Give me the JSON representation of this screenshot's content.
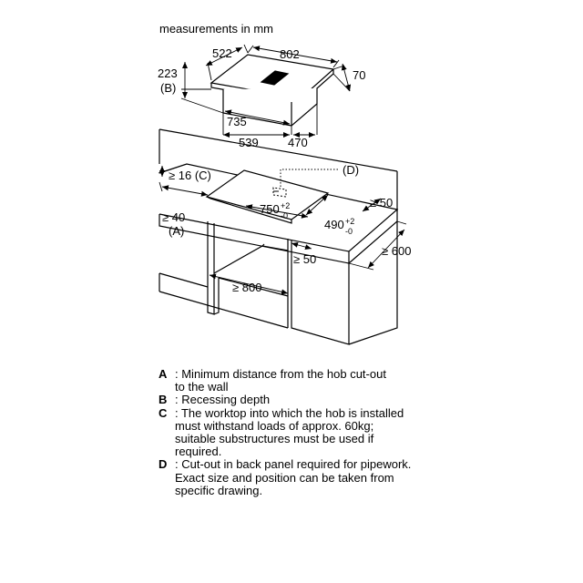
{
  "title": "measurements in mm",
  "hob": {
    "depth": "522",
    "width": "802",
    "total_height": "223",
    "recess_label": "(B)",
    "glass_height": "70",
    "body_width": "735",
    "body_offset": "539",
    "body_depth": "470"
  },
  "worktop": {
    "thickness": "≥ 16",
    "thickness_ref": "(C)",
    "pipe_ref": "(D)",
    "cutout_width": "750",
    "cutout_width_tol_plus": "+2",
    "cutout_width_tol_minus": "-0",
    "cutout_depth": "490",
    "cutout_depth_tol_plus": "+2",
    "cutout_depth_tol_minus": "-0",
    "front_edge": "≥ 50",
    "wall_gap": "≥ 40",
    "wall_gap_ref": "(A)",
    "worktop_depth": "≥ 600",
    "side_gap": "≥ 50",
    "cabinet_width": "≥ 800"
  },
  "notes": [
    {
      "key": "A",
      "text": ": Minimum distance from the hob cut-out\nto the wall"
    },
    {
      "key": "B",
      "text": ": Recessing depth"
    },
    {
      "key": "C",
      "text": ": The worktop into which the hob is installed\nmust withstand loads of approx. 60kg;\nsuitable substructures must be used if\nrequired."
    },
    {
      "key": "D",
      "text": ": Cut-out in back panel required for pipework.\nExact size and position can be taken from\nspecific drawing."
    }
  ]
}
